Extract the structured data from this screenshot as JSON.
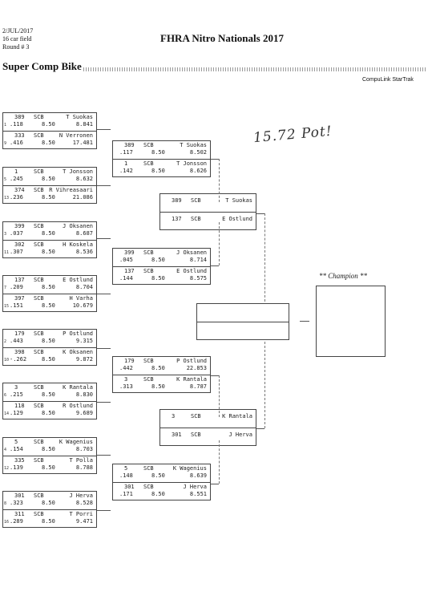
{
  "header": {
    "date": "2/JUL/2017",
    "field": "16 car field",
    "round": "Round # 3",
    "event_title": "FHRA Nitro Nationals 2017",
    "class_title": "Super Comp Bike",
    "brand": "CompuLink StarTrak"
  },
  "handwritten_note": "15.72 Pot!",
  "champion_label": "** Champion **",
  "round1": [
    {
      "top": {
        "num": "389",
        "cls": "SCB",
        "name": "T Suokas",
        "seed": "1",
        "rt": ".118",
        "dial": "8.50",
        "et": "8.841"
      },
      "bot": {
        "num": "333",
        "cls": "SCB",
        "name": "N Verronen",
        "seed": "9",
        "rt": ".416",
        "dial": "8.50",
        "et": "17.481"
      }
    },
    {
      "top": {
        "num": "1",
        "cls": "SCB",
        "name": "T Jonsson",
        "seed": "5",
        "rt": ".245",
        "dial": "8.50",
        "et": "8.632"
      },
      "bot": {
        "num": "374",
        "cls": "SCB",
        "name": "R Vihreasaari",
        "seed": "13",
        "rt": ".236",
        "dial": "8.50",
        "et": "21.086"
      }
    },
    {
      "top": {
        "num": "399",
        "cls": "SCB",
        "name": "J Oksanen",
        "seed": "3",
        "rt": ".037",
        "dial": "8.50",
        "et": "8.687"
      },
      "bot": {
        "num": "302",
        "cls": "SCB",
        "name": "H Koskela",
        "seed": "11",
        "rt": ".307",
        "dial": "8.50",
        "et": "8.536"
      }
    },
    {
      "top": {
        "num": "137",
        "cls": "SCB",
        "name": "E Ostlund",
        "seed": "7",
        "rt": ".209",
        "dial": "8.50",
        "et": "8.704"
      },
      "bot": {
        "num": "397",
        "cls": "SCB",
        "name": "H Varha",
        "seed": "15",
        "rt": ".151",
        "dial": "8.50",
        "et": "10.679"
      }
    },
    {
      "top": {
        "num": "179",
        "cls": "SCB",
        "name": "P Ostlund",
        "seed": "2",
        "rt": ".443",
        "dial": "8.50",
        "et": "9.315"
      },
      "bot": {
        "num": "398",
        "cls": "SCB",
        "name": "K Oksanen",
        "seed": "10",
        "rt": "-.262",
        "dial": "8.50",
        "et": "9.872"
      }
    },
    {
      "top": {
        "num": "3",
        "cls": "SCB",
        "name": "K Rantala",
        "seed": "6",
        "rt": ".215",
        "dial": "8.50",
        "et": "8.830"
      },
      "bot": {
        "num": "118",
        "cls": "SCB",
        "name": "R Ostlund",
        "seed": "14",
        "rt": ".129",
        "dial": "8.50",
        "et": "9.689"
      }
    },
    {
      "top": {
        "num": "5",
        "cls": "SCB",
        "name": "K Wagenius",
        "seed": "4",
        "rt": ".154",
        "dial": "8.50",
        "et": "8.703"
      },
      "bot": {
        "num": "335",
        "cls": "SCB",
        "name": "T Polla",
        "seed": "12",
        "rt": ".139",
        "dial": "8.50",
        "et": "8.788"
      }
    },
    {
      "top": {
        "num": "301",
        "cls": "SCB",
        "name": "J Herva",
        "seed": "8",
        "rt": ".323",
        "dial": "8.50",
        "et": "8.528"
      },
      "bot": {
        "num": "311",
        "cls": "SCB",
        "name": "T Porri",
        "seed": "16",
        "rt": ".289",
        "dial": "8.50",
        "et": "9.471"
      }
    }
  ],
  "round2": [
    {
      "top": {
        "num": "389",
        "cls": "SCB",
        "name": "T Suokas",
        "rt": ".117",
        "dial": "8.50",
        "et": "8.502"
      },
      "bot": {
        "num": "1",
        "cls": "SCB",
        "name": "T Jonsson",
        "rt": ".142",
        "dial": "8.50",
        "et": "8.626"
      }
    },
    {
      "top": {
        "num": "399",
        "cls": "SCB",
        "name": "J Oksanen",
        "rt": ".045",
        "dial": "8.50",
        "et": "8.714"
      },
      "bot": {
        "num": "137",
        "cls": "SCB",
        "name": "E Ostlund",
        "rt": ".144",
        "dial": "8.50",
        "et": "8.575"
      }
    },
    {
      "top": {
        "num": "179",
        "cls": "SCB",
        "name": "P Ostlund",
        "rt": ".442",
        "dial": "8.50",
        "et": "22.853"
      },
      "bot": {
        "num": "3",
        "cls": "SCB",
        "name": "K Rantala",
        "rt": ".313",
        "dial": "8.50",
        "et": "8.787"
      }
    },
    {
      "top": {
        "num": "5",
        "cls": "SCB",
        "name": "K Wagenius",
        "rt": ".148",
        "dial": "8.50",
        "et": "8.639"
      },
      "bot": {
        "num": "301",
        "cls": "SCB",
        "name": "J Herva",
        "rt": ".171",
        "dial": "8.50",
        "et": "8.551"
      }
    }
  ],
  "round3": [
    {
      "top": {
        "num": "389",
        "cls": "SCB",
        "name": "T Suokas"
      },
      "bot": {
        "num": "137",
        "cls": "SCB",
        "name": "E Ostlund"
      }
    },
    {
      "top": {
        "num": "3",
        "cls": "SCB",
        "name": "K Rantala"
      },
      "bot": {
        "num": "301",
        "cls": "SCB",
        "name": "J Herva"
      }
    }
  ]
}
